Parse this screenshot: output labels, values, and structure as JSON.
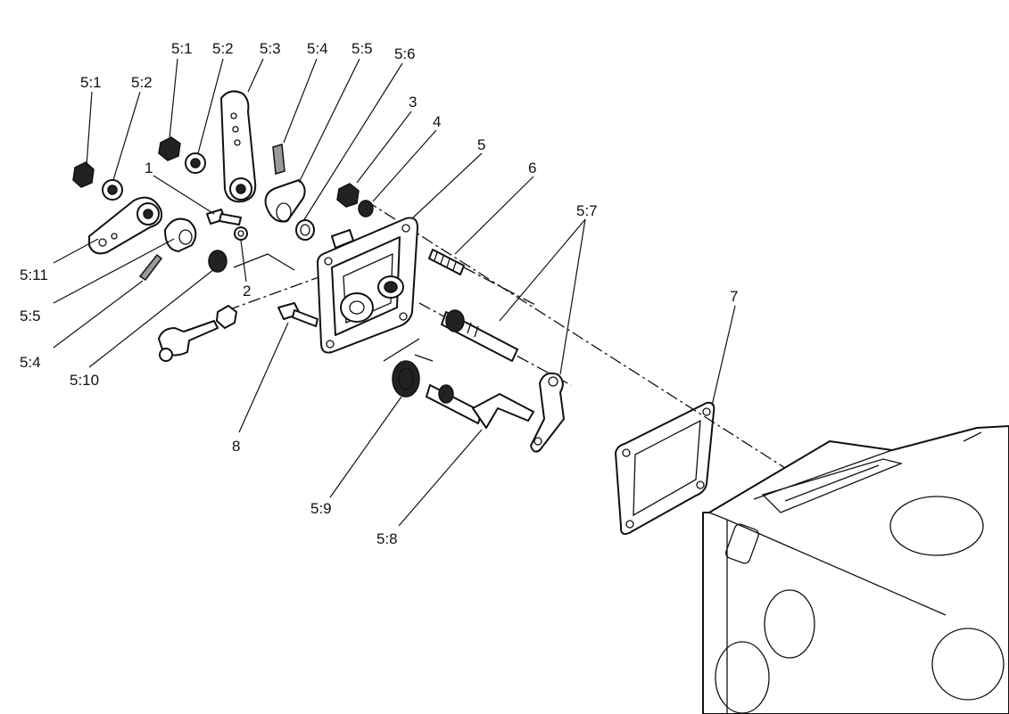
{
  "callouts": {
    "c_5_1_a": "5:1",
    "c_5_2_a": "5:2",
    "c_5_1_b": "5:1",
    "c_5_2_b": "5:2",
    "c_5_3": "5:3",
    "c_5_4_a": "5:4",
    "c_5_5_a": "5:5",
    "c_5_6": "5:6",
    "c_3": "3",
    "c_4": "4",
    "c_5": "5",
    "c_6": "6",
    "c_1": "1",
    "c_5_7": "5:7",
    "c_7": "7",
    "c_5_11": "5:11",
    "c_2": "2",
    "c_5_5_b": "5:5",
    "c_5_4_b": "5:4",
    "c_5_10": "5:10",
    "c_8": "8",
    "c_5_9": "5:9",
    "c_5_8": "5:8"
  }
}
